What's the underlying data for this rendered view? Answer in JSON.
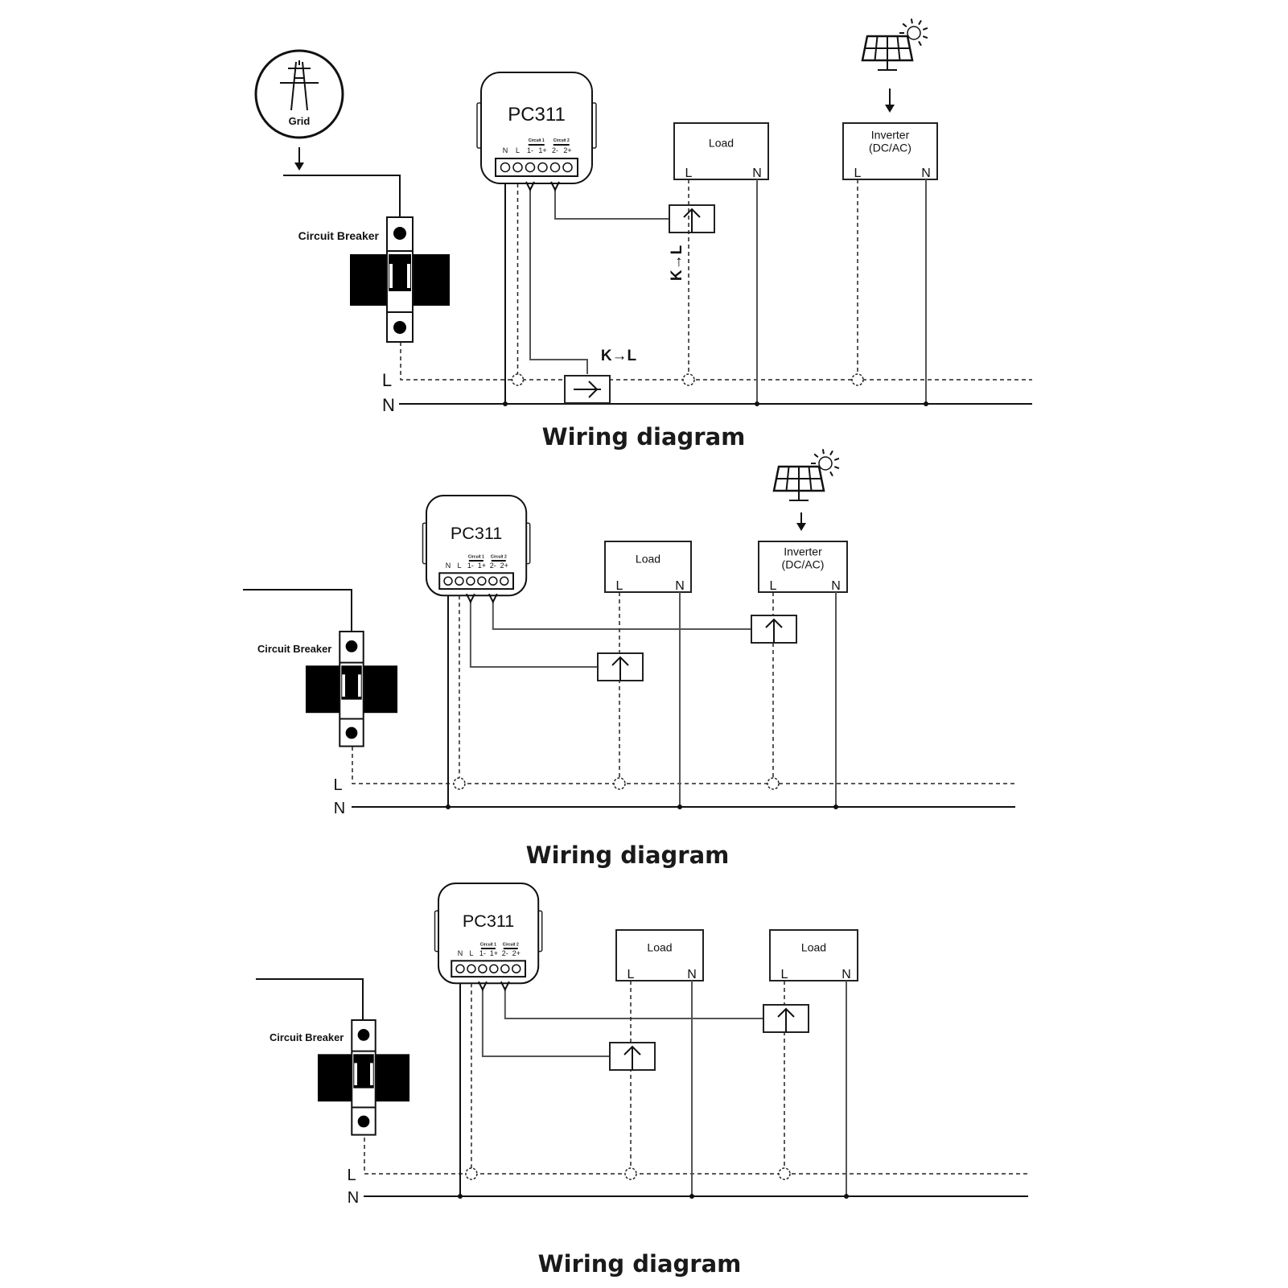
{
  "diagrams": [
    {
      "title": "Wiring diagram",
      "source_label": "Grid",
      "breaker_label": "Circuit Breaker",
      "device": {
        "model": "PC311",
        "terminals": [
          "N",
          "L",
          "1-",
          "1+",
          "2-",
          "2+"
        ],
        "group_labels": [
          "Circuit 1",
          "Circuit 2"
        ]
      },
      "boxes": [
        {
          "label": "Load",
          "pins": [
            "L",
            "N"
          ]
        },
        {
          "label": "Inverter\n(DC/AC)",
          "pins": [
            "L",
            "N"
          ]
        }
      ],
      "ct_annotations": [
        "K→L",
        "K→L"
      ],
      "line_labels": [
        "L",
        "N"
      ],
      "solar_icon": "solar-panel-icon"
    },
    {
      "title": "Wiring diagram",
      "breaker_label": "Circuit Breaker",
      "device": {
        "model": "PC311",
        "terminals": [
          "N",
          "L",
          "1-",
          "1+",
          "2-",
          "2+"
        ],
        "group_labels": [
          "Circuit 1",
          "Circuit 2"
        ]
      },
      "boxes": [
        {
          "label": "Load",
          "pins": [
            "L",
            "N"
          ]
        },
        {
          "label": "Inverter\n(DC/AC)",
          "pins": [
            "L",
            "N"
          ]
        }
      ],
      "line_labels": [
        "L",
        "N"
      ],
      "solar_icon": "solar-panel-icon"
    },
    {
      "title": "Wiring diagram",
      "breaker_label": "Circuit Breaker",
      "device": {
        "model": "PC311",
        "terminals": [
          "N",
          "L",
          "1-",
          "1+",
          "2-",
          "2+"
        ],
        "group_labels": [
          "Circuit 1",
          "Circuit 2"
        ]
      },
      "boxes": [
        {
          "label": "Load",
          "pins": [
            "L",
            "N"
          ]
        },
        {
          "label": "Load",
          "pins": [
            "L",
            "N"
          ]
        }
      ],
      "line_labels": [
        "L",
        "N"
      ]
    }
  ]
}
